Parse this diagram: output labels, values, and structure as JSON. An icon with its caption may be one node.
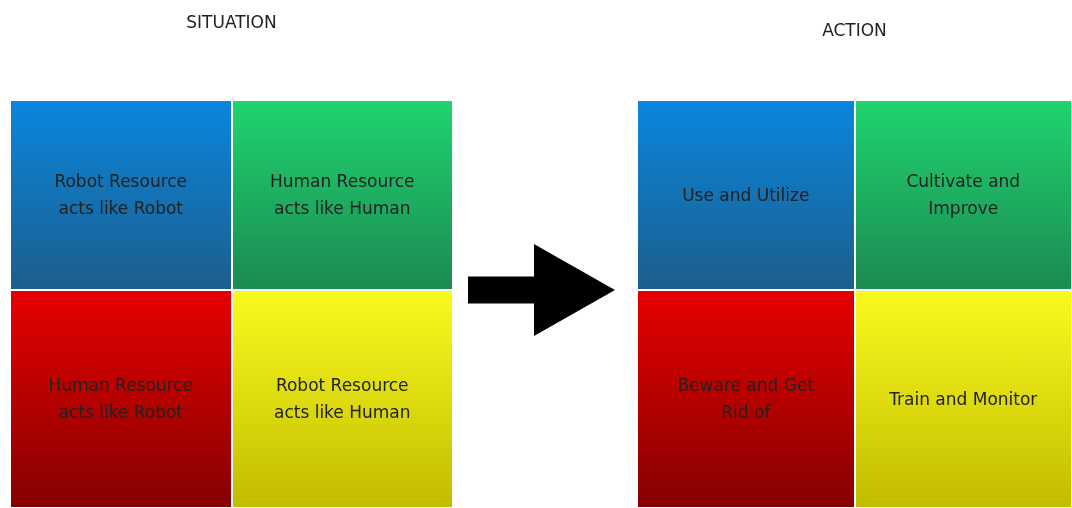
{
  "diagram": {
    "nodes": [
      {
        "text": [
          "SITUATION"
        ]
      },
      {
        "text": [
          "Robot Resource acts like Robot"
        ],
        "in": 0
      },
      {
        "text": [
          "Human Resource acts like Human"
        ],
        "in": 0
      },
      {
        "text": [
          "Human Resource acts like Robot"
        ],
        "in": 0
      },
      {
        "text": [
          "Robot Resource acts like Human"
        ],
        "in": 0
      },
      {
        "text": [
          "ACTION"
        ]
      },
      {
        "text": [
          "Use and Utilize"
        ],
        "in": 5
      },
      {
        "text": [
          "Cultivate and Improve"
        ],
        "in": 5
      },
      {
        "text": [
          "Beware and Get Rid of"
        ],
        "in": 5
      },
      {
        "text": [
          "Train and Monitor"
        ],
        "in": 5
      }
    ],
    "edges": [
      {
        "from": 0,
        "to": 5,
        "arrow": "to"
      }
    ]
  }
}
